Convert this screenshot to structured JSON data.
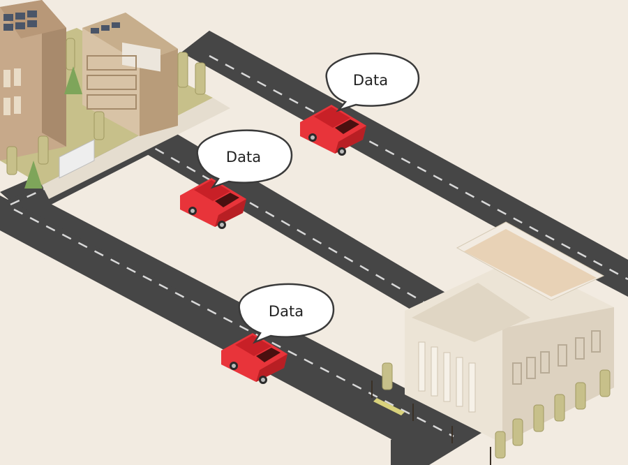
{
  "scene": {
    "background_color": "#f2ebe1",
    "road_color": "#464646",
    "lane_marking_color": "#d9d9d9",
    "car_color": "#e8343a",
    "bubble_fill": "#ffffff",
    "bubble_stroke": "#3a3a3a"
  },
  "bubbles": [
    {
      "label": "Data"
    },
    {
      "label": "Data"
    },
    {
      "label": "Data"
    }
  ],
  "icons": [
    "apartment-building",
    "office-building",
    "car",
    "speech-bubble",
    "government-building",
    "tree",
    "street-lamp",
    "billboard"
  ]
}
